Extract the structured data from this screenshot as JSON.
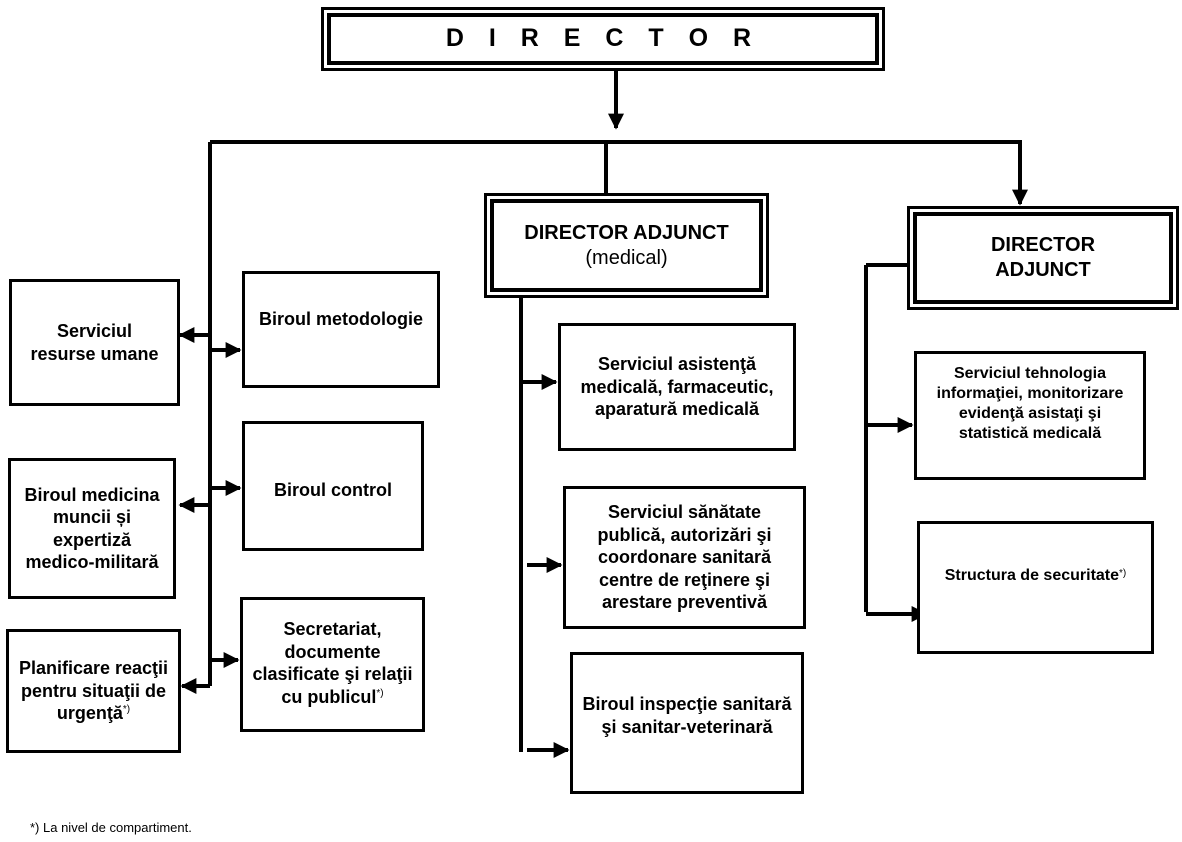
{
  "director": {
    "label": "D I R E C T O R"
  },
  "deputy_medical": {
    "title": "DIRECTOR ADJUNCT",
    "subtitle": "(medical)"
  },
  "deputy": {
    "line1": "DIRECTOR",
    "line2": "ADJUNCT"
  },
  "left_outer": {
    "resurse_umane": [
      "Serviciul",
      "resurse umane"
    ],
    "medicina_muncii": [
      "Biroul medicina",
      "muncii și",
      "expertiză",
      "medico-militară"
    ],
    "planificare": [
      "Planificare reacţii",
      "pentru situaţii de",
      "urgenţă"
    ]
  },
  "left_inner": {
    "metodologie": "Biroul metodologie",
    "control": "Biroul control",
    "secretariat": [
      "Secretariat,",
      "documente",
      "clasificate şi relaţii",
      "cu publicul"
    ]
  },
  "medical_units": {
    "asistenta": [
      "Serviciul asistenţă",
      "medicală, farmaceutic,",
      "aparatură medicală"
    ],
    "sanatate": [
      "Serviciul sănătate",
      "publică, autorizări şi",
      "coordonare sanitară",
      "centre de reţinere şi",
      "arestare preventivă"
    ],
    "inspectie": [
      "Biroul inspecţie sanitară",
      "şi sanitar-veterinară"
    ]
  },
  "adjunct_units": {
    "tehnologia": [
      "Serviciul tehnologia",
      "informaţiei, monitorizare",
      "evidenţă asistaţi şi",
      "statistică medicală"
    ],
    "securitate": "Structura de securitate"
  },
  "footnote_mark": "*)",
  "footnote": "*) La nivel de compartiment."
}
